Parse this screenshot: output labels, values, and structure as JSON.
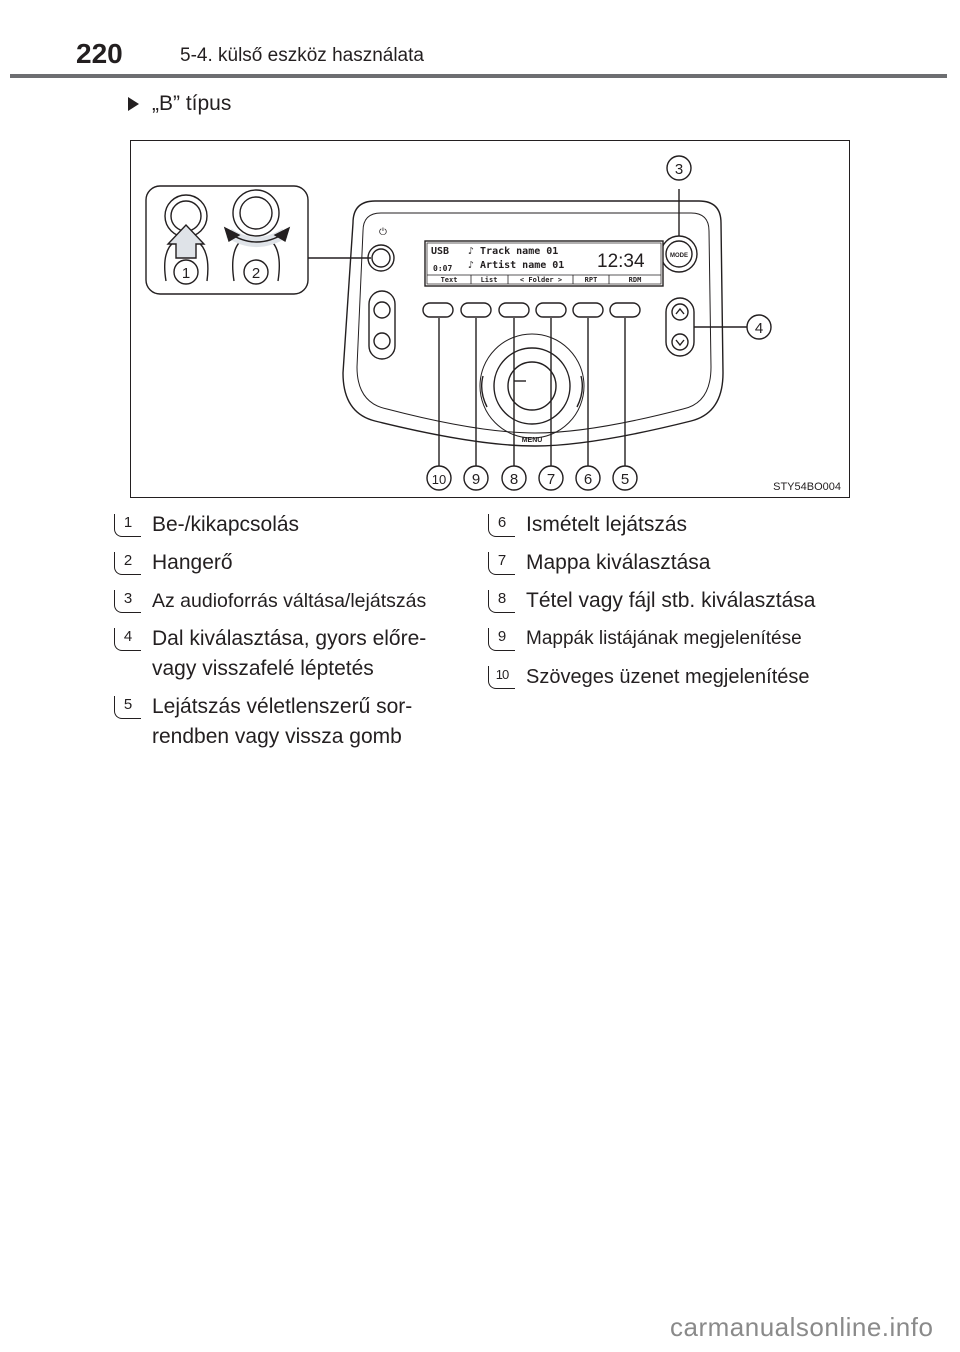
{
  "header": {
    "page_number": "220",
    "chapter_title": "5-4. külső eszköz használata"
  },
  "section": {
    "heading": "„B” típus"
  },
  "figure": {
    "code": "STY54BO004",
    "display": {
      "source": "USB",
      "track_line": "♪ Track name 01",
      "artist_line": "♪ Artist name 01",
      "track_counter": "0:07",
      "clock": "12:34",
      "soft_buttons": [
        "Text",
        "List",
        "<  Folder  >",
        "RPT",
        "RDM"
      ]
    },
    "mode_label": "MODE",
    "menu_label": "MENU",
    "power_symbol": "⏻",
    "callout_numbers": [
      "1",
      "2",
      "3",
      "4",
      "5",
      "6",
      "7",
      "8",
      "9",
      "10"
    ]
  },
  "items_left": [
    {
      "num": "1",
      "text": "Be-/kikapcsolás"
    },
    {
      "num": "2",
      "text": "Hangerő"
    },
    {
      "num": "3",
      "text": "Az audioforrás váltása/lejátszás"
    },
    {
      "num": "4",
      "text": "Dal kiválasztása, gyors előre- vagy visszafelé léptetés"
    },
    {
      "num": "5",
      "text": "Lejátszás véletlenszerű sor- rendben vagy vissza gomb"
    }
  ],
  "items_right": [
    {
      "num": "6",
      "text": "Ismételt lejátszás"
    },
    {
      "num": "7",
      "text": "Mappa kiválasztása"
    },
    {
      "num": "8",
      "text": "Tétel vagy fájl stb. kiválasztása"
    },
    {
      "num": "9",
      "text": "Mappák listájának megjelenítése"
    },
    {
      "num": "10",
      "text": "Szöveges üzenet megjelenítése"
    }
  ],
  "watermark": "carmanualsonline.info"
}
